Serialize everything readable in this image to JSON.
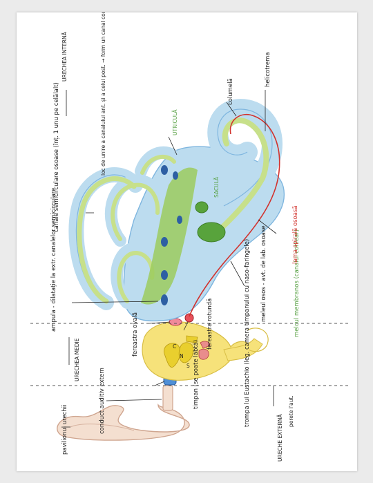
{
  "labels": {
    "pavilion": "pavilionul urechii",
    "ear_canal": "conduct auditiv extern",
    "external_ear": "URECHE EXTERNĂ",
    "bone": "perete l'aut.",
    "tympanum": "timpan (se poate lăbtă)",
    "tube": "trompa lui Eustachio (leg. camera timpanului cu naso-faringele)",
    "middle_ear": "URECHEA MEDIE",
    "oval_window": "fereastra ovală",
    "round_window": "fereastra rotundă",
    "ampulla": "ampula - dilatație la extr. canalelor semicirculare",
    "bony_labyrinth": "meleul osos - avt. de lab. osoase",
    "membranous": "melcul membranos (canalul cohlear)",
    "lamina": "lama spirală osoasă",
    "semicircular": "canale semicirculare osoase (înț. 1 unu pe celălalt)",
    "union": "loc de unire a canalului ant. și a celui post. → form un canal comun înainte de deschiderea în vestibul (crt. fără ampule)",
    "utricle": "UTRICULĂ",
    "saccule": "SACULĂ",
    "columella": "columelă",
    "helicotrema": "helicotrema",
    "inner_ear": "URECHEA INTERNĂ"
  },
  "ossicles": {
    "c": "C",
    "n": "N",
    "s": "S"
  },
  "colors": {
    "perilymph": "#bcdcef",
    "endolymph_outline": "#7fb6df",
    "membranous": "#c7e08a",
    "sensory": "#58a33c",
    "spots": "#2d5fa3",
    "middle_ear": "#f6e27a",
    "ossicle": "#e9cf2e",
    "red": "#d2322d"
  }
}
